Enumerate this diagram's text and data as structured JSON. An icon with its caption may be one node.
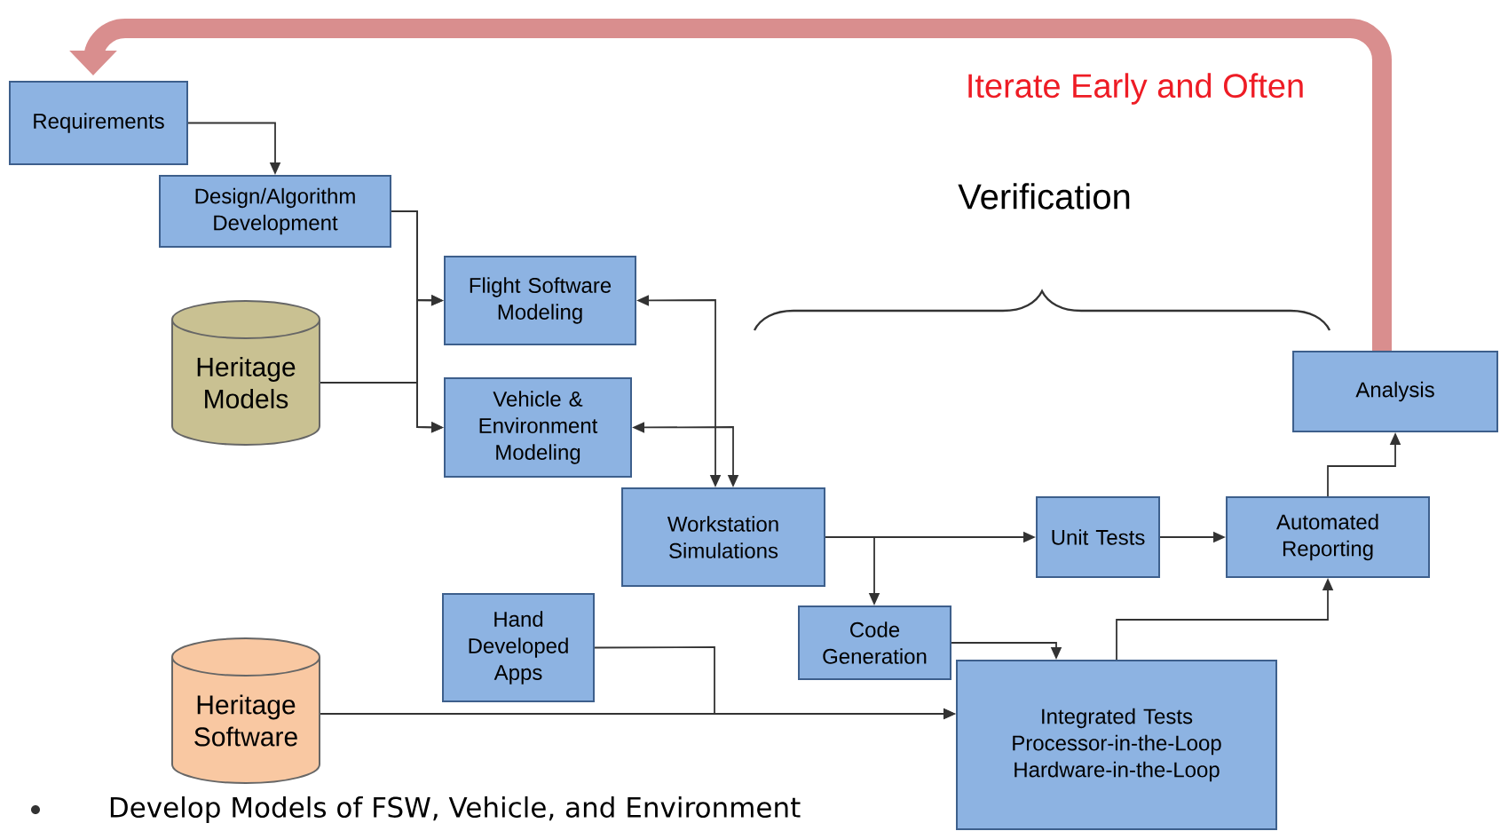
{
  "diagram": {
    "nodes": [
      {
        "text": [
          "Requirements"
        ]
      },
      {
        "text": [
          "Design/Algorithm Development"
        ]
      },
      {
        "text": [
          "Flight Software Modeling"
        ]
      },
      {
        "text": [
          "Heritage Models"
        ]
      },
      {
        "text": [
          "Vehicle & Environment Modeling"
        ]
      },
      {
        "text": [
          "Workstation Simulations"
        ]
      },
      {
        "text": [
          "Analysis"
        ]
      },
      {
        "text": [
          "Unit Tests"
        ]
      },
      {
        "text": [
          "Automated Reporting"
        ]
      },
      {
        "text": [
          "Hand Developed Apps"
        ]
      },
      {
        "text": [
          "Code Generation"
        ]
      },
      {
        "text": [
          "Heritage Software"
        ]
      },
      {
        "text": [
          "Integrated Tests",
          "Processor-in-the-Loop",
          "Hardware-in-the-Loop"
        ]
      }
    ],
    "edges": [
      {
        "from": 0,
        "to": 1,
        "arrow": "to"
      },
      {
        "from": 1,
        "to": 2,
        "arrow": "to"
      },
      {
        "from": 1,
        "to": 4,
        "arrow": "to"
      },
      {
        "from": 3,
        "to": 2,
        "arrow": "to"
      },
      {
        "from": 3,
        "to": 4,
        "arrow": "to"
      },
      {
        "from": 2,
        "to": 5,
        "arrow": "both"
      },
      {
        "from": 4,
        "to": 5,
        "arrow": "both"
      },
      {
        "from": 5,
        "to": 7,
        "arrow": "to"
      },
      {
        "from": 5,
        "to": 10,
        "arrow": "to"
      },
      {
        "from": 7,
        "to": 8,
        "arrow": "to"
      },
      {
        "from": 8,
        "to": 6,
        "arrow": "to"
      },
      {
        "from": 10,
        "to": 12,
        "arrow": "to"
      },
      {
        "from": 12,
        "to": 8,
        "arrow": "to"
      },
      {
        "from": 9,
        "to": 12,
        "arrow": "to"
      },
      {
        "from": 11,
        "to": 12,
        "arrow": "to"
      },
      {
        "from": 6,
        "to": 0,
        "arrow": "to",
        "style": "thick",
        "color": "#d98e8e"
      }
    ],
    "labels": [
      "Iterate Early and Often",
      "Verification",
      "Develop Models of FSW, Vehicle, and Environment"
    ]
  }
}
